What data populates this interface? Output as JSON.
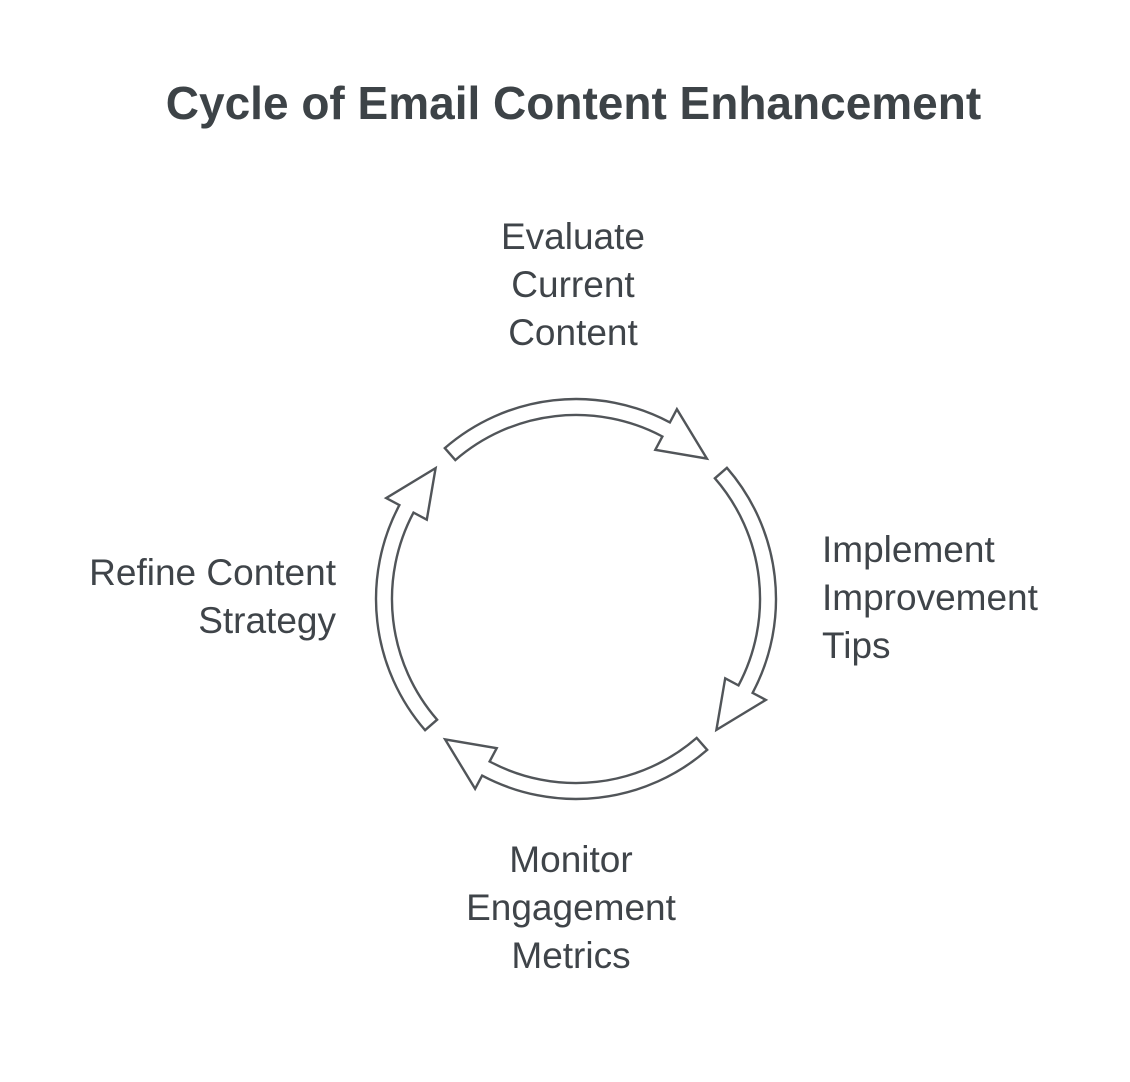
{
  "title": "Cycle of Email Content Enhancement",
  "colors": {
    "background": "#ffffff",
    "text": "#3f4449",
    "title": "#3d4347",
    "arrow_stroke": "#515559",
    "arrow_fill": "#ffffff"
  },
  "cycle": {
    "type": "cycle-diagram",
    "direction": "clockwise",
    "steps": [
      {
        "id": "evaluate",
        "position": "top",
        "label": "Evaluate\nCurrent\nContent"
      },
      {
        "id": "implement",
        "position": "right",
        "label": "Implement\nImprovement\nTips"
      },
      {
        "id": "monitor",
        "position": "bottom",
        "label": "Monitor\nEngagement\nMetrics"
      },
      {
        "id": "refine",
        "position": "left",
        "label": "Refine Content\nStrategy"
      }
    ]
  }
}
